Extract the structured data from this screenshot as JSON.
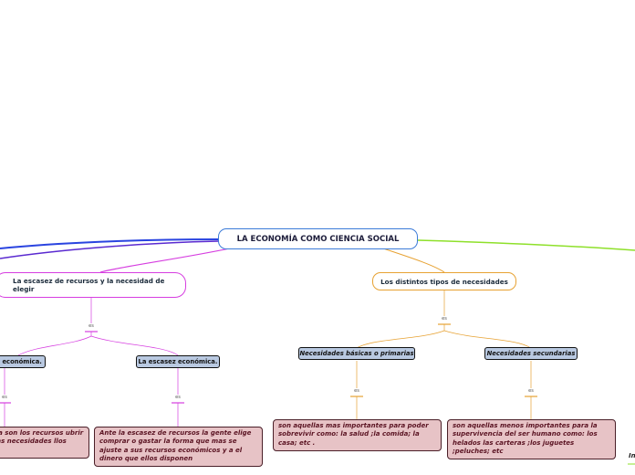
{
  "central": {
    "title": "LA ECONOMÍA COMO CIENCIA SOCIAL"
  },
  "left_topic": {
    "title": "La escasez de recursos y la necesidad de elegir"
  },
  "right_topic": {
    "title": "Los distintos tipos de necesidades"
  },
  "connector_label": "es",
  "left_subs": [
    {
      "label": "z económica."
    },
    {
      "label": "La escasez económica."
    }
  ],
  "right_subs": [
    {
      "label": "Necesidades básicas o primarias"
    },
    {
      "label": "Necesidades secundarias"
    }
  ],
  "leaves": [
    {
      "text": "ca son los recursos ubrir las necesidades llos"
    },
    {
      "text": "Ante la escasez de recursos la gente elige comprar o gastar la forma que mas se ajuste a sus recursos económicos y a el dinero que ellos disponen"
    },
    {
      "text": "son aquellas mas importantes para poder sobrevivir como: la salud ;la comida; la casa; etc ."
    },
    {
      "text": "son aquellas menos importantes para la supervivencia del ser humano como: los helados las carteras ;los juguetes ;peluches; etc"
    }
  ],
  "edge_text": "In",
  "colors": {
    "blue": "#2a44e0",
    "purple": "#5a2ad0",
    "magenta": "#d63ee0",
    "orange": "#e7a233",
    "green": "#8ee02a"
  }
}
